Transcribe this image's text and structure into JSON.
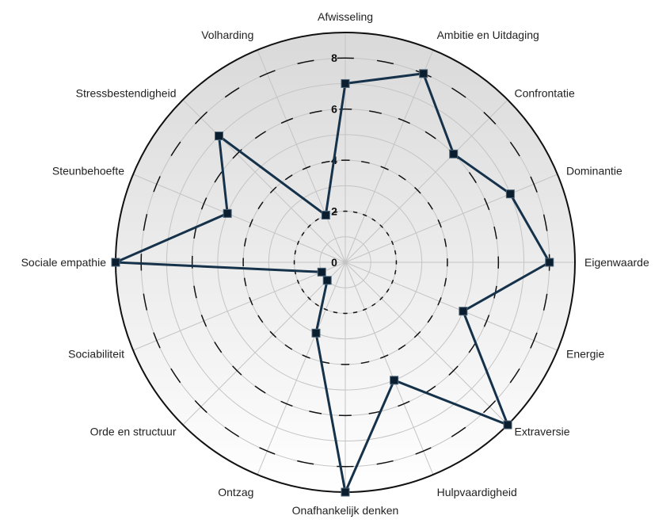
{
  "chart_data": {
    "type": "radar",
    "title": "",
    "categories": [
      "Afwisseling",
      "Ambitie en Uitdaging",
      "Confrontatie",
      "Dominantie",
      "Eigenwaarde",
      "Energie",
      "Extraversie",
      "Hulpvaardigheid",
      "Onafhankelijk denken",
      "Ontzag",
      "Orde en structuur",
      "Sociabiliteit",
      "Sociale empathie",
      "Steunbehoefte",
      "Stressbestendigheid",
      "Volharding"
    ],
    "series": [
      {
        "values": [
          7,
          8,
          6,
          7,
          8,
          5,
          9,
          5,
          9,
          3,
          1,
          1,
          9,
          5,
          7,
          2
        ]
      }
    ],
    "rlim": [
      0,
      9
    ],
    "ticks": [
      0,
      2,
      4,
      6,
      8
    ],
    "grid": true,
    "colors": {
      "series_line": "#15324a",
      "marker": "#0b1e30",
      "grid_line": "#c4c4c4",
      "dash_ring": "#111111",
      "outer_ring": "#111111",
      "bg_top": "#d9d9d9",
      "bg_bottom": "#ffffff"
    }
  }
}
